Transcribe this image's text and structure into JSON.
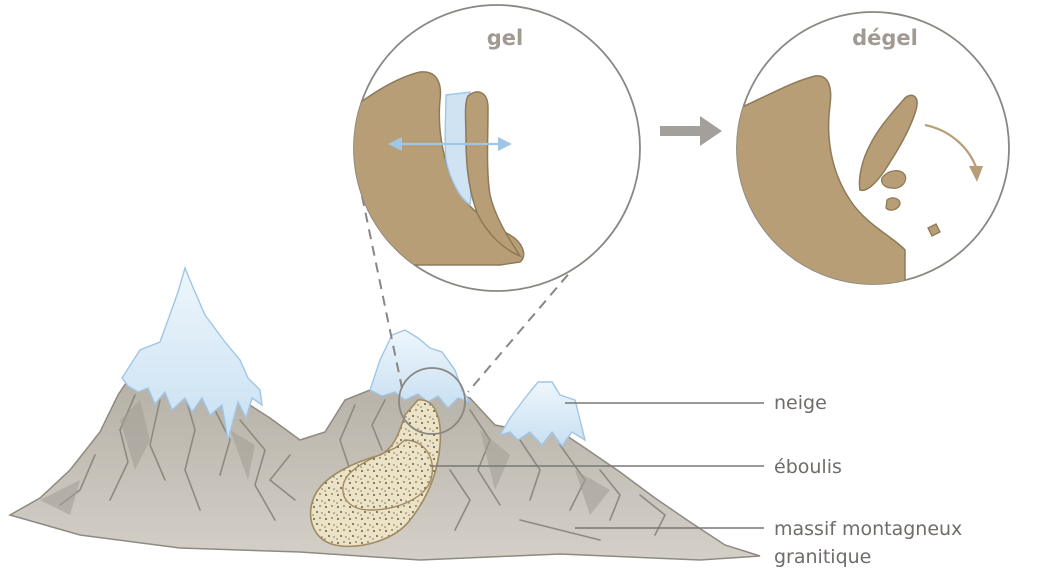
{
  "zoom_titles": {
    "freeze": "gel",
    "thaw": "dégel"
  },
  "labels": {
    "snow": "neige",
    "scree": "éboulis",
    "massif_line1": "massif montagneux",
    "massif_line2": "granitique"
  },
  "colors": {
    "rock": "#b79e76",
    "rock_outline": "#8e7a58",
    "ice": "#cfe3f3",
    "ice_shade": "#9fc6e6",
    "mountain": "#c3bfb6",
    "mountain_dark": "#8f8a81",
    "scree_fill": "#ece2c6",
    "arrow": "#a3a09c",
    "leader_line": "#7a7672"
  }
}
